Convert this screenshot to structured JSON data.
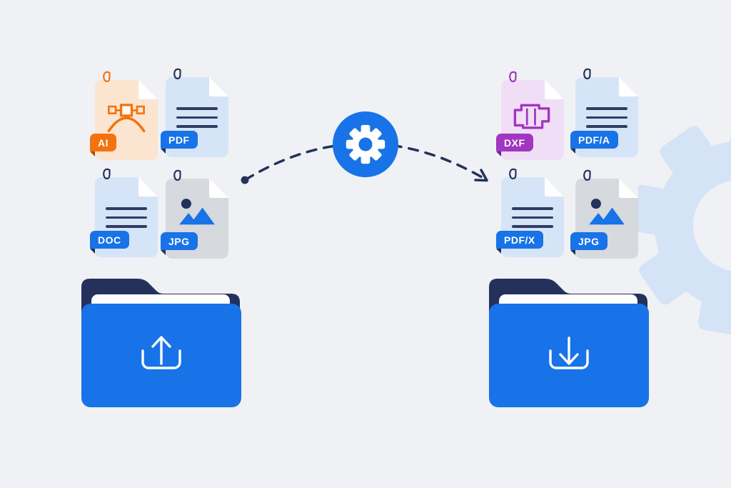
{
  "colors": {
    "pagebg": "#EFF1F4",
    "blue": "#1773E7",
    "navy": "#24315B",
    "line": "#2E3D63",
    "orange": "#F2730D",
    "orange_dark": "#A84D05",
    "peach": "#FBE4D0",
    "lightblue": "#D6E4F8",
    "gray": "#D6D9DD",
    "purple": "#A136C0",
    "purple_dark": "#6B2394",
    "lilac": "#F0DEF6",
    "bggear": "#D5E3F7",
    "white": "#FFFFFF"
  },
  "files": {
    "source": [
      {
        "label": "AI",
        "type_icon": "vector-bezier-icon"
      },
      {
        "label": "PDF",
        "type_icon": "text-lines"
      },
      {
        "label": "DOC",
        "type_icon": "text-lines"
      },
      {
        "label": "JPG",
        "type_icon": "image-icon"
      }
    ],
    "output": [
      {
        "label": "DXF",
        "type_icon": "cad-outline-icon"
      },
      {
        "label": "PDF/A",
        "type_icon": "text-lines"
      },
      {
        "label": "PDF/X",
        "type_icon": "text-lines"
      },
      {
        "label": "JPG",
        "type_icon": "image-icon"
      }
    ]
  },
  "converter": {
    "icon": "gear-icon"
  },
  "flow": {
    "icon": "dashed-arrow"
  },
  "folders": {
    "input": {
      "icon": "upload-icon"
    },
    "output": {
      "icon": "download-icon"
    }
  },
  "background": {
    "icon": "background-gear"
  }
}
